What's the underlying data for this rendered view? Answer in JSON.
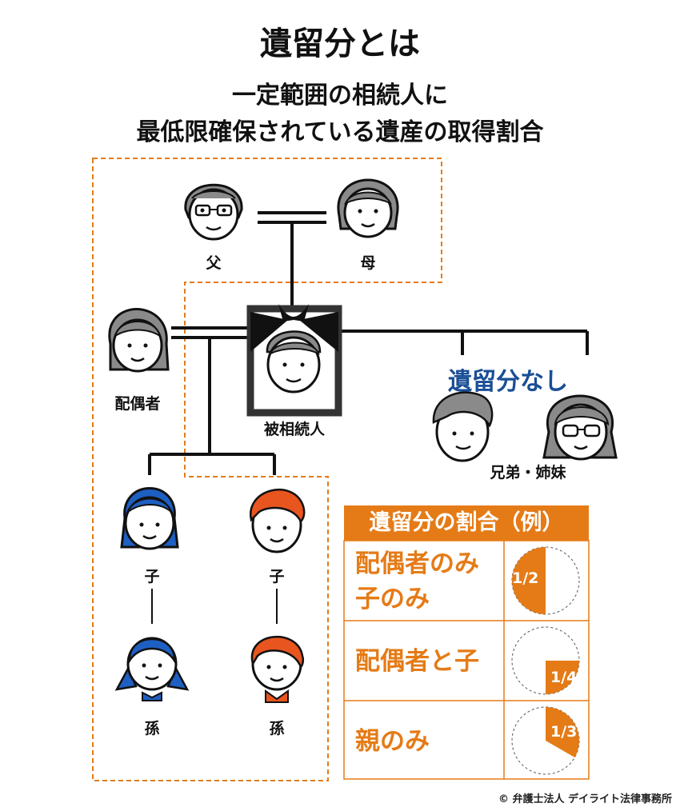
{
  "title": "遺留分とは",
  "subtitle_line1": "一定範囲の相続人に",
  "subtitle_line2": "最低限確保されている遺産の取得割合",
  "people": {
    "father": "父",
    "mother": "母",
    "spouse": "配偶者",
    "decedent": "被相続人",
    "siblings": "兄弟・姉妹",
    "child1": "子",
    "child2": "子",
    "grandchild1": "孫",
    "grandchild2": "孫"
  },
  "no_share_label": "遺留分なし",
  "table": {
    "header": "遺留分の割合（例）",
    "rows": [
      {
        "label_line1": "配偶者のみ",
        "label_line2": "子のみ",
        "fraction": "1/2",
        "share": 0.5
      },
      {
        "label_line1": "配偶者と子",
        "label_line2": "",
        "fraction": "1/4",
        "share": 0.25
      },
      {
        "label_line1": "親のみ",
        "label_line2": "",
        "fraction": "1/3",
        "share": 0.3333
      }
    ]
  },
  "colors": {
    "orange": "#e57b17",
    "blue": "#1a4e96",
    "child_blue": "#1e5fc2",
    "child_orange": "#e8551f",
    "gray_hair": "#8a8a8a"
  },
  "copyright": "© 弁護士法人 デイライト法律事務所"
}
